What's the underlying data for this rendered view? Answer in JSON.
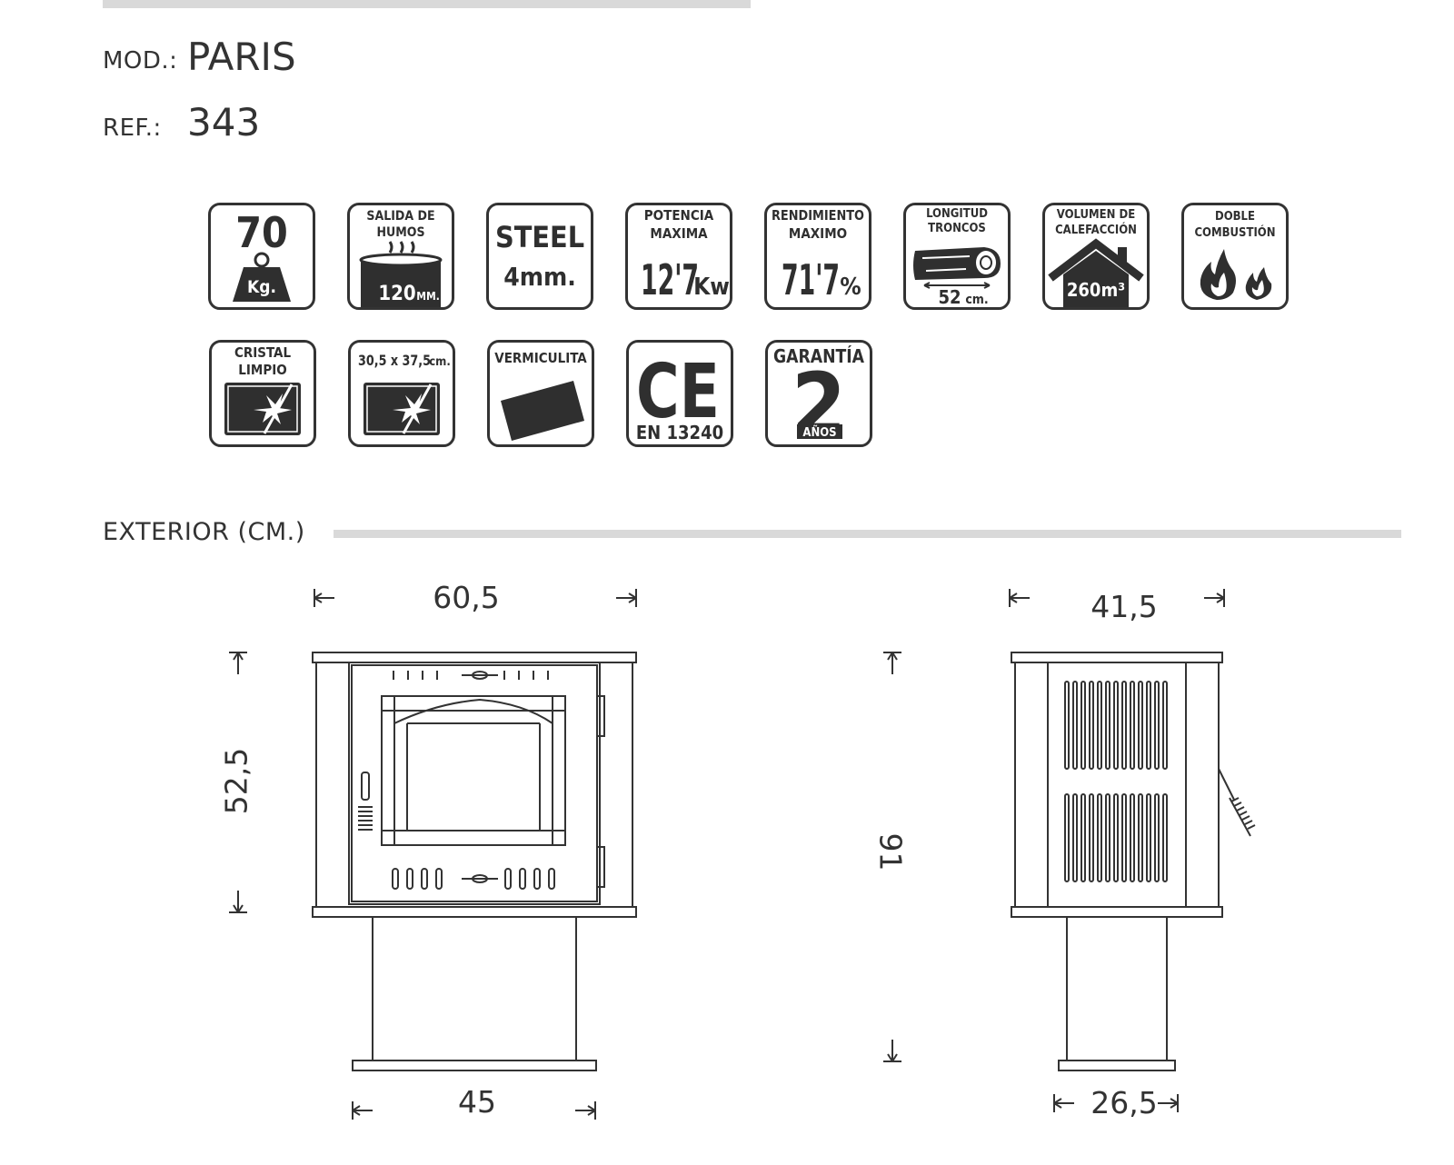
{
  "header": {
    "mod_label": "MOD.:",
    "mod_value": "PARIS",
    "ref_label": "REF.:",
    "ref_value": "343"
  },
  "features": {
    "weight": {
      "value": "70",
      "unit": "Kg."
    },
    "flue": {
      "line1": "SALIDA DE",
      "line2": "HUMOS",
      "value": "120",
      "unit": "MM."
    },
    "steel": {
      "title": "STEEL",
      "value": "4mm."
    },
    "power": {
      "line1": "POTENCIA",
      "line2": "MAXIMA",
      "value": "12'7",
      "unit": "Kw"
    },
    "efficiency": {
      "line1": "RENDIMIENTO",
      "line2": "MAXIMO",
      "value": "71'7",
      "unit": "%"
    },
    "logs": {
      "line1": "LONGITUD",
      "line2": "TRONCOS",
      "value": "52",
      "unit": "cm."
    },
    "heating": {
      "line1": "VOLUMEN DE",
      "line2": "CALEFACCIÓN",
      "value": "260m³"
    },
    "combustion": {
      "line1": "DOBLE",
      "line2": "COMBUSTIÓN"
    },
    "glass": {
      "line1": "CRISTAL",
      "line2": "LIMPIO"
    },
    "glass_size": {
      "value": "30,5 x 37,5",
      "unit": "cm."
    },
    "vermiculite": {
      "label": "VERMICULITA"
    },
    "ce": {
      "mark": "CE",
      "norm": "EN 13240"
    },
    "warranty": {
      "title": "GARANTÍA",
      "value": "2",
      "unit": "AÑOS"
    }
  },
  "exterior": {
    "title": "EXTERIOR (CM.)",
    "front": {
      "width_top": "60,5",
      "height": "52,5",
      "base_width": "45"
    },
    "side": {
      "depth_top": "41,5",
      "total_height": "91",
      "base_depth": "26,5"
    }
  },
  "colors": {
    "ink": "#333333",
    "bar": "#d9d9d9",
    "icon_fill": "#2f2f2f"
  }
}
